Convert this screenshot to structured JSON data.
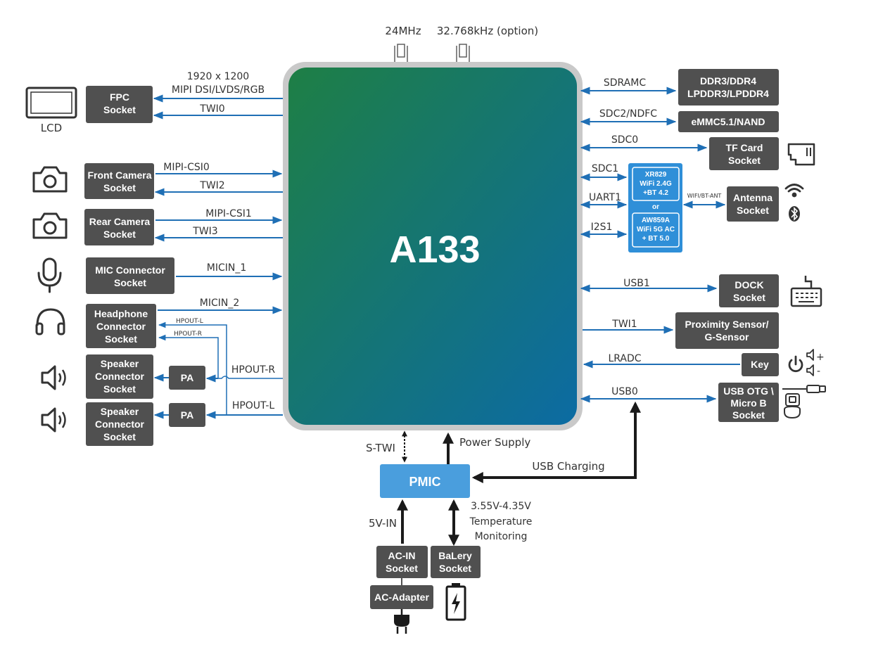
{
  "chip": {
    "name": "A133"
  },
  "clocks": {
    "main": "24MHz",
    "rtc": "32.768kHz (option)"
  },
  "left": {
    "lcd_label": "LCD",
    "fpc": [
      "FPC",
      "Socket"
    ],
    "fpc_sig1": [
      "1920 x 1200",
      "MIPI DSI/LVDS/RGB"
    ],
    "fpc_sig2": "TWI0",
    "front_camera": [
      "Front Camera",
      "Socket"
    ],
    "front_sig1": "MIPI-CSI0",
    "front_sig2": "TWI2",
    "rear_camera": [
      "Rear Camera",
      "Socket"
    ],
    "rear_sig1": "MIPI-CSI1",
    "rear_sig2": "TWI3",
    "mic": [
      "MIC Connector",
      "Socket"
    ],
    "mic_sig": "MICIN_1",
    "headphone": [
      "Headphone",
      "Connector",
      "Socket"
    ],
    "headphone_sig": "MICIN_2",
    "hpout_l_small": "HPOUT-L",
    "hpout_r_small": "HPOUT-R",
    "speaker1": [
      "Speaker",
      "Connector",
      "Socket"
    ],
    "speaker2": [
      "Speaker",
      "Connector",
      "Socket"
    ],
    "pa": "PA",
    "hpout_r": "HPOUT-R",
    "hpout_l": "HPOUT-L"
  },
  "right": {
    "sdramc": "SDRAMC",
    "ddr": [
      "DDR3/DDR4",
      "LPDDR3/LPDDR4"
    ],
    "sdc2": "SDC2/NDFC",
    "emmc": "eMMC5.1/NAND",
    "sdc0": "SDC0",
    "tf": [
      "TF Card",
      "Socket"
    ],
    "sdc1": "SDC1",
    "uart1": "UART1",
    "i2s1": "I2S1",
    "wifi1": [
      "XR829",
      "WiFi 2.4G",
      "+BT 4.2"
    ],
    "wifi_or": "or",
    "wifi2": [
      "AW859A",
      "WiFi 5G AC",
      "+ BT 5.0"
    ],
    "wifi_ant": "WIFI/BT-ANT",
    "antenna": [
      "Antenna",
      "Socket"
    ],
    "usb1": "USB1",
    "dock": [
      "DOCK",
      "Socket"
    ],
    "twi1": "TWI1",
    "proximity": [
      "Proximity Sensor/",
      "G-Sensor"
    ],
    "lradc": "LRADC",
    "key": "Key",
    "usb0": "USB0",
    "usb_otg": [
      "USB OTG \\",
      "Micro B",
      "Socket"
    ],
    "vol_up": "+",
    "vol_down": "-"
  },
  "bottom": {
    "stwi": "S-TWI",
    "power_supply": "Power Supply",
    "pmic": "PMIC",
    "usb_charging": "USB Charging",
    "five_v": "5V-IN",
    "batt_note": [
      "3.55V-4.35V",
      "Temperature",
      "Monitoring"
    ],
    "acin": [
      "AC-IN",
      "Socket"
    ],
    "battery": [
      "BaLery",
      "Socket"
    ],
    "adapter": "AC-Adapter"
  },
  "colors": {
    "gray_box": "#505050",
    "arrow_blue": "#1f6fb5",
    "pmic_blue": "#4a9edd",
    "wifi_blue": "#2f8fd8",
    "chip_top": "#1e7f45",
    "chip_bottom": "#0c6ba3",
    "chip_border": "#c9c9c9"
  }
}
